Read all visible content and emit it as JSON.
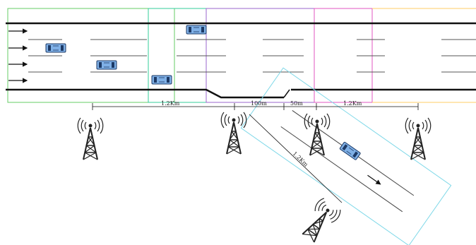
{
  "dimensions": [
    {
      "id": "dim-main",
      "label": "1.2Km"
    },
    {
      "id": "dim-ramp",
      "label": "100m"
    },
    {
      "id": "dim-gap",
      "label": "50m"
    },
    {
      "id": "dim-right",
      "label": "1.2Km"
    },
    {
      "id": "dim-diag",
      "label": "1.2Km"
    }
  ],
  "cell_colors": {
    "green": "#66cc66",
    "teal": "#33cc99",
    "purple": "#9966cc",
    "magenta": "#e055c0",
    "orange": "#ffcc66",
    "cyan": "#7fd8e8"
  },
  "icons": [
    "arrow-icon",
    "car-icon",
    "cell-tower-icon"
  ]
}
